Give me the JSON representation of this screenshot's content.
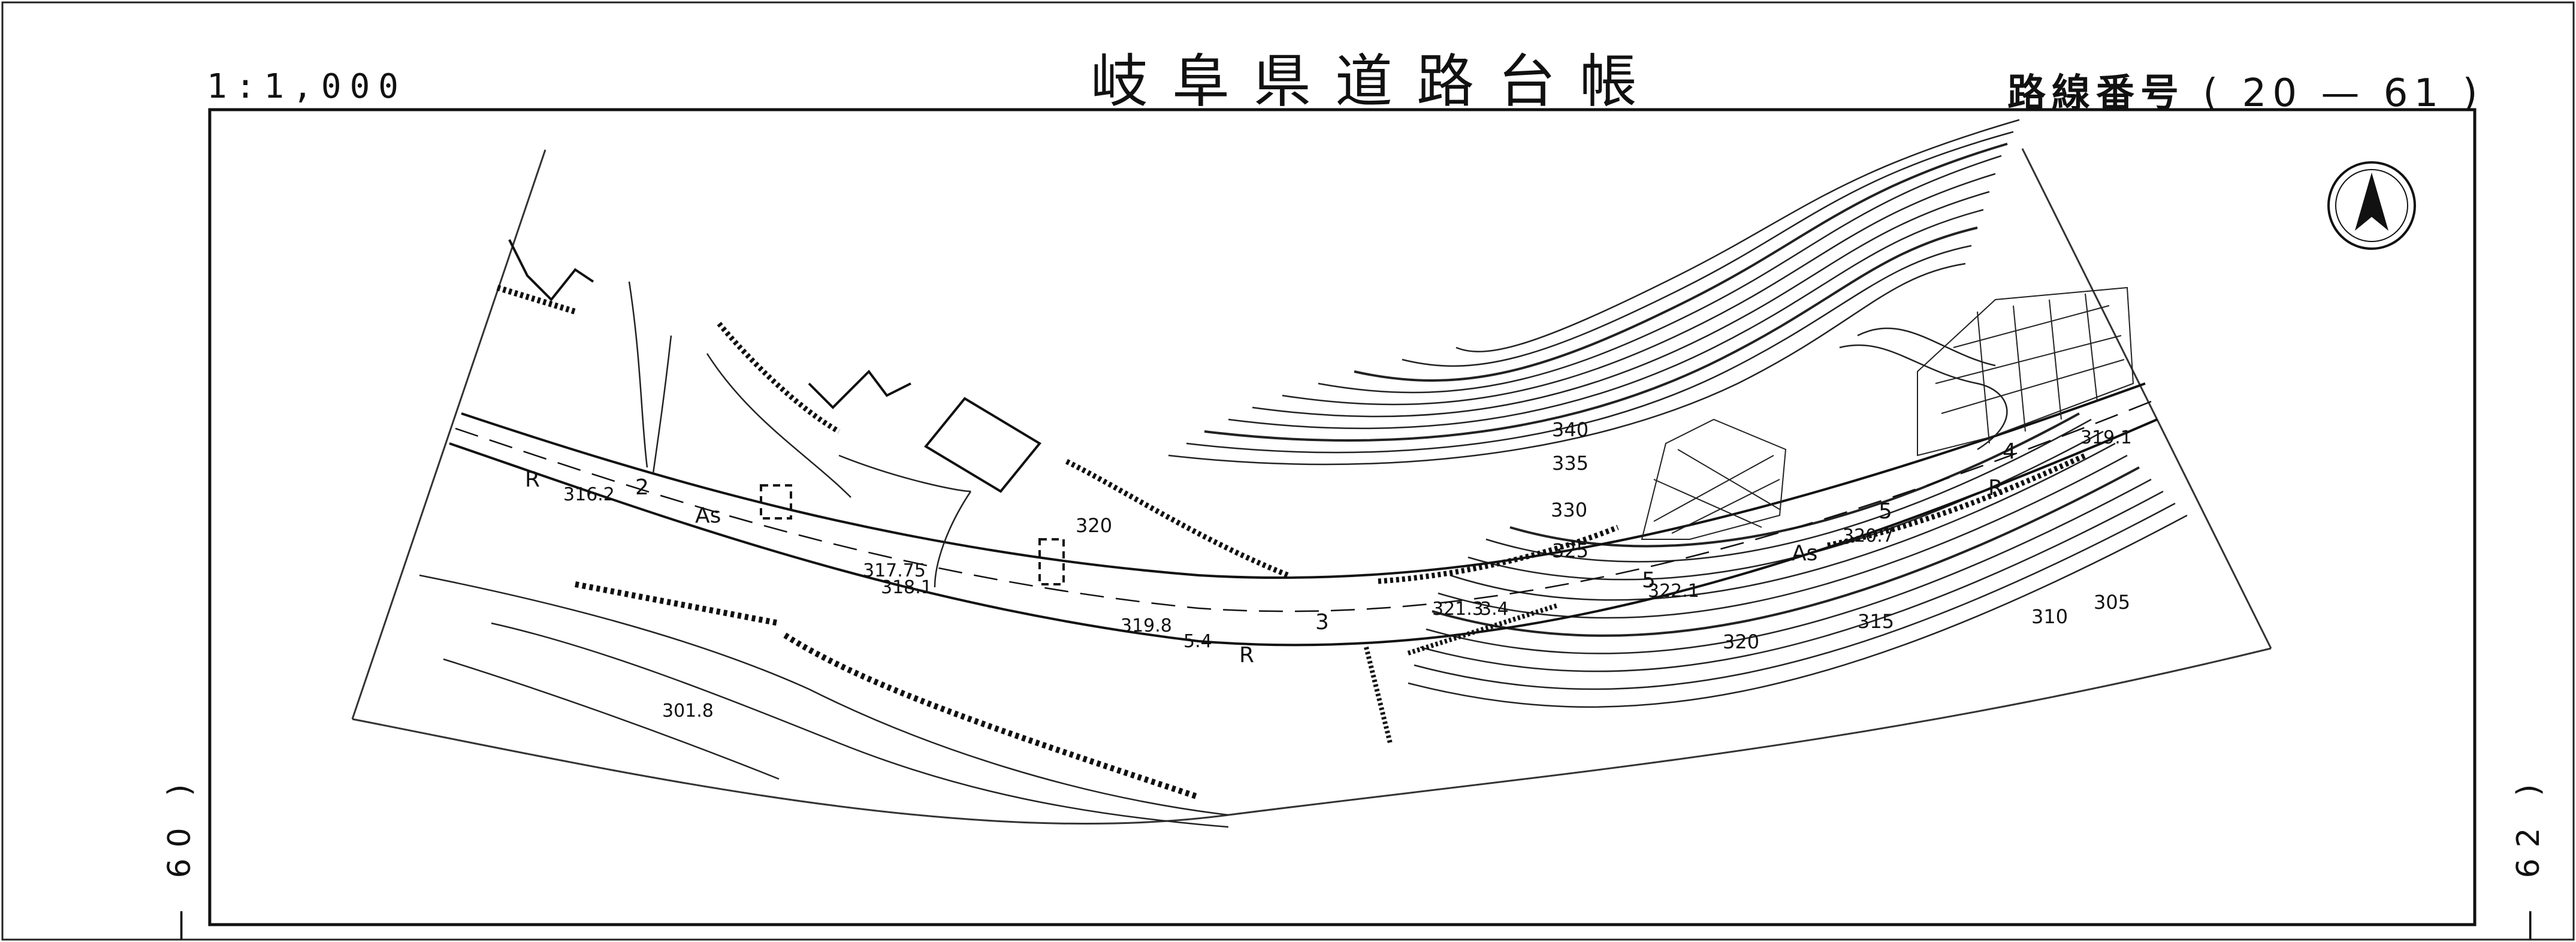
{
  "header": {
    "scale": "1:1,000",
    "title": "岐阜県道路台帳",
    "route_label": "路線番号",
    "route_number": "( 20 — 61 )"
  },
  "adjacent_sheets": {
    "left": "— 60 )",
    "right": "— 62 )"
  },
  "map": {
    "road_labels": {
      "surface_1": "As",
      "surface_2": "As",
      "marker_R_1": "R",
      "marker_R_2": "R",
      "marker_R_3": "R",
      "station_2": "2",
      "station_3": "3",
      "station_4": "4",
      "station_5a": "5",
      "station_5b": "5"
    },
    "spot_heights": {
      "h1": "316.2",
      "h2": "317.75",
      "h3": "318.1",
      "h4": "319.8",
      "h5": "321.3",
      "h6": "3.4",
      "h7": "322.1",
      "h8": "320.7",
      "h9": "319.1",
      "h10": "301.8",
      "h11": "5.4"
    },
    "contours": {
      "c340": "340",
      "c335": "335",
      "c330": "330",
      "c325": "325",
      "c320a": "320",
      "c320b": "320",
      "c315": "315",
      "c310": "310",
      "c305": "305"
    }
  },
  "north_arrow": "north-arrow-icon",
  "colors": {
    "ink": "#111111",
    "paper": "#ffffff"
  }
}
